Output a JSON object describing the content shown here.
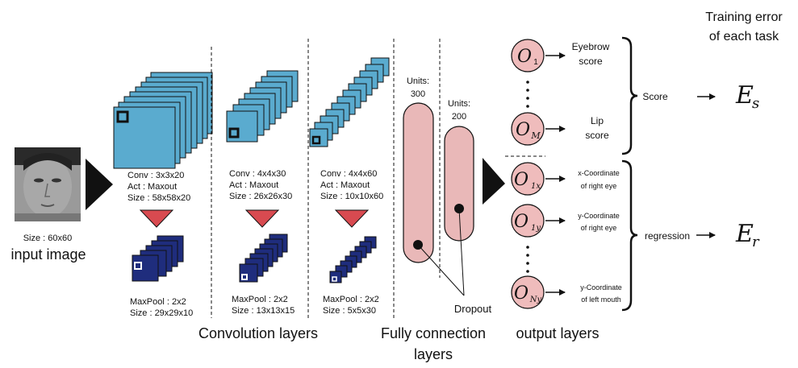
{
  "input": {
    "size_label": "Size : 60x60",
    "caption": "input image"
  },
  "conv1": {
    "conv": "Conv : 3x3x20",
    "act": "Act    : Maxout",
    "size": "Size   : 58x58x20",
    "maxpool": "MaxPool : 2x2",
    "pool_size": "Size : 29x29x10"
  },
  "conv2": {
    "conv": "Conv : 4x4x30",
    "act": "Act    : Maxout",
    "size": "Size   : 26x26x30",
    "maxpool": "MaxPool : 2x2",
    "pool_size": "Size : 13x13x15"
  },
  "conv3": {
    "conv": "Conv : 4x4x60",
    "act": "Act    : Maxout",
    "size": "Size   : 10x10x60",
    "maxpool": "MaxPool : 2x2",
    "pool_size": "Size : 5x5x30"
  },
  "sections": {
    "conv": "Convolution layers",
    "fc_line1": "Fully connection",
    "fc_line2": "layers",
    "output": "output layers"
  },
  "fc": {
    "units1_a": "Units:",
    "units1_b": "300",
    "units2_a": "Units:",
    "units2_b": "200",
    "dropout": "Dropout"
  },
  "outputs": {
    "o1": {
      "base": "O",
      "sub": "1",
      "label1": "Eyebrow",
      "label2": "score"
    },
    "om": {
      "base": "O",
      "sub": "M",
      "label1": "Lip",
      "label2": "score"
    },
    "o1x": {
      "base": "O",
      "sub": "1x",
      "label1": "x-Coordinate",
      "label2": "of right eye"
    },
    "o1y": {
      "base": "O",
      "sub": "1y",
      "label1": "y-Coordinate",
      "label2": "of right eye"
    },
    "ony": {
      "base": "O",
      "sub": "Ny",
      "label1": "y-Coordinate",
      "label2": "of left mouth"
    }
  },
  "groups": {
    "score": "Score",
    "regression": "regression"
  },
  "errors": {
    "title1": "Training error",
    "title2": "of each task",
    "es_base": "E",
    "es_sub": "s",
    "er_base": "E",
    "er_sub": "r"
  },
  "colors": {
    "conv_light": "#5aabcf",
    "conv_dark": "#1f2d7d",
    "down_arrow": "#d84a50",
    "fc_fill": "#e9b8b8",
    "node_fill": "#efbcbc",
    "black": "#111111"
  }
}
